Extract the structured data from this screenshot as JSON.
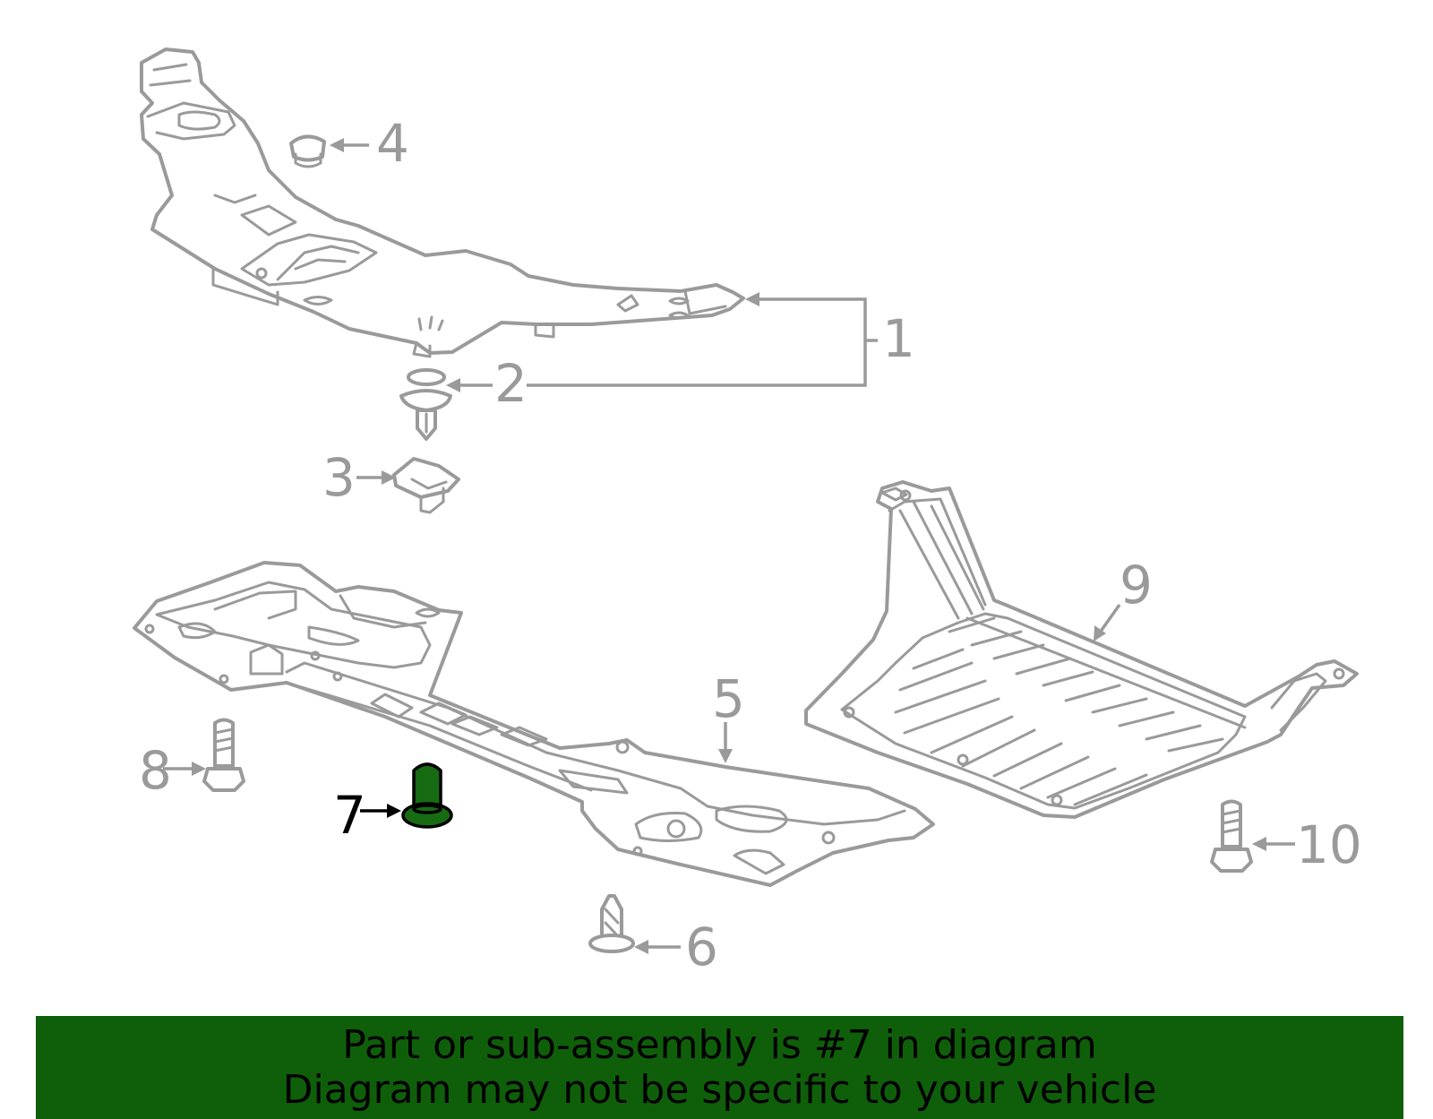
{
  "diagram": {
    "callouts": [
      "1",
      "2",
      "3",
      "4",
      "5",
      "6",
      "7",
      "8",
      "9",
      "10"
    ],
    "highlighted_callout": "7",
    "colors": {
      "line": "#9a9a9a",
      "highlight_part": "#176b12",
      "highlight_text": "#000000",
      "banner_bg": "#0f5f0a"
    }
  },
  "banner": {
    "line1": "Part or sub-assembly is #7 in diagram",
    "line2": "Diagram may not be specific to your vehicle"
  }
}
